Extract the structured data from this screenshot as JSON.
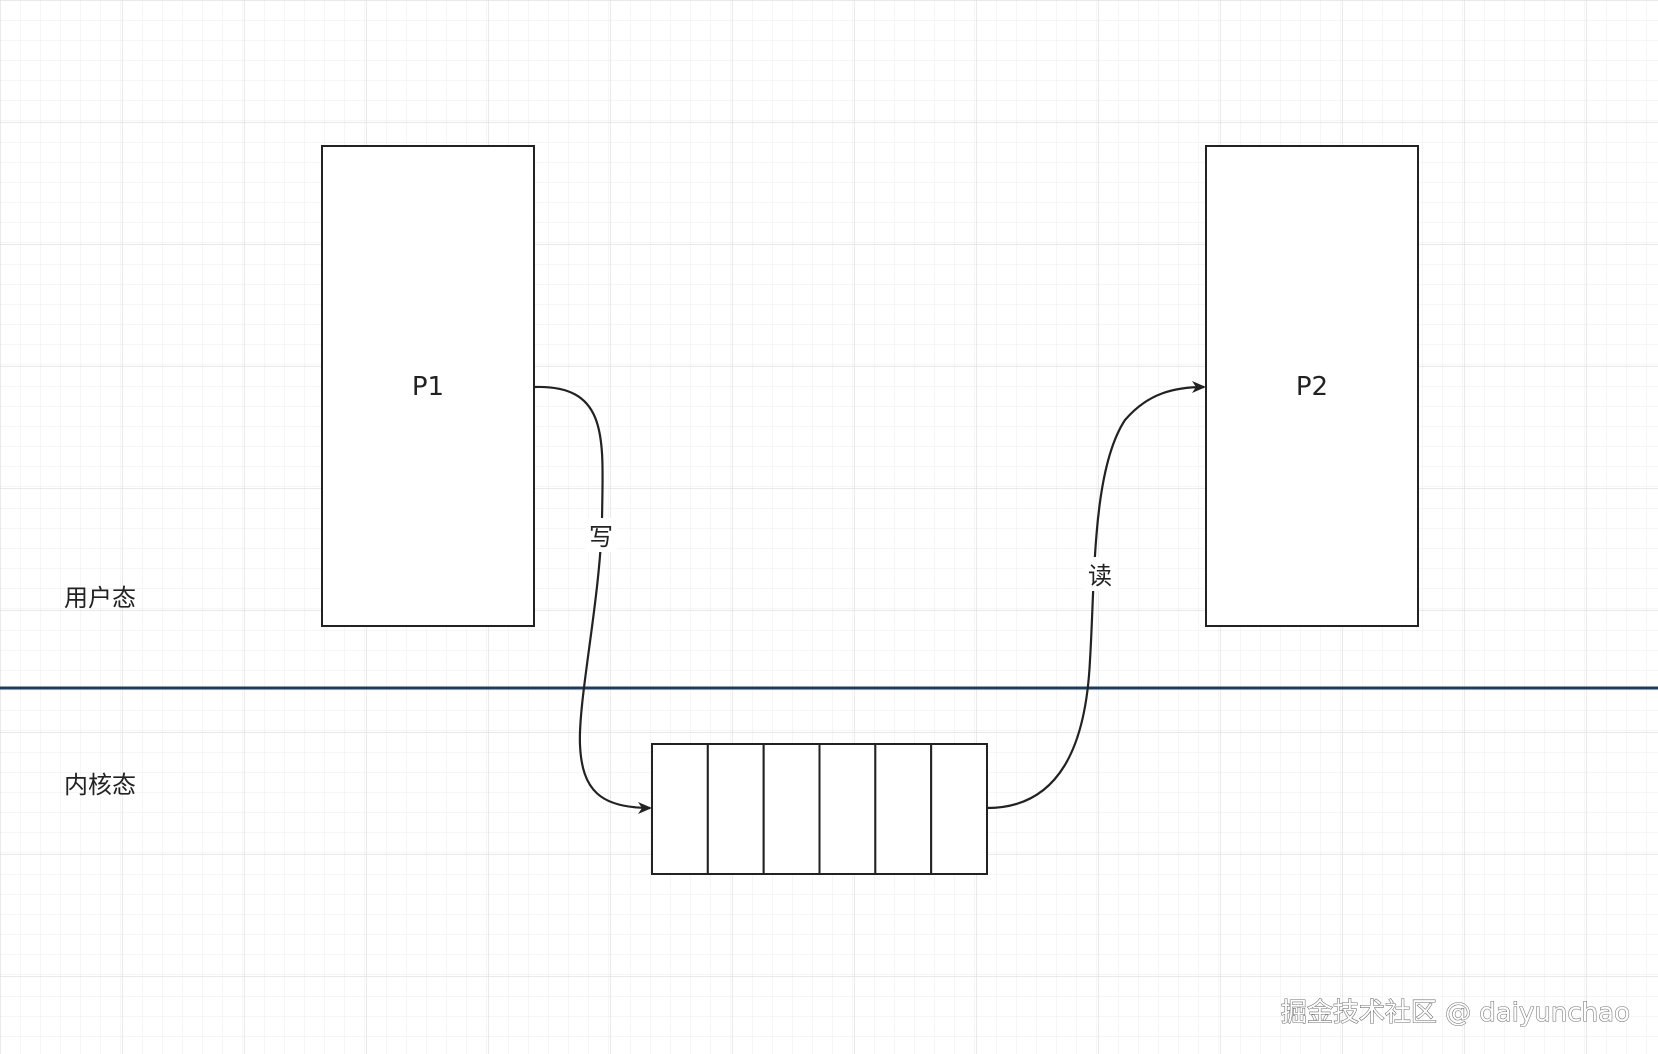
{
  "diagram": {
    "nodes": {
      "p1": {
        "label": "P1"
      },
      "p2": {
        "label": "P2"
      },
      "queue": {
        "cells": 6
      }
    },
    "regions": {
      "user_mode": "用户态",
      "kernel_mode": "内核态"
    },
    "edges": {
      "write": {
        "from": "P1",
        "to": "queue",
        "label": "写"
      },
      "read": {
        "from": "queue",
        "to": "P2",
        "label": "读"
      }
    },
    "divider_color": "#1f3b5c"
  },
  "watermark": "掘金技术社区 @ daiyunchao",
  "colors": {
    "grid": "#e8e8e8",
    "stroke": "#222222",
    "background": "#ffffff"
  }
}
